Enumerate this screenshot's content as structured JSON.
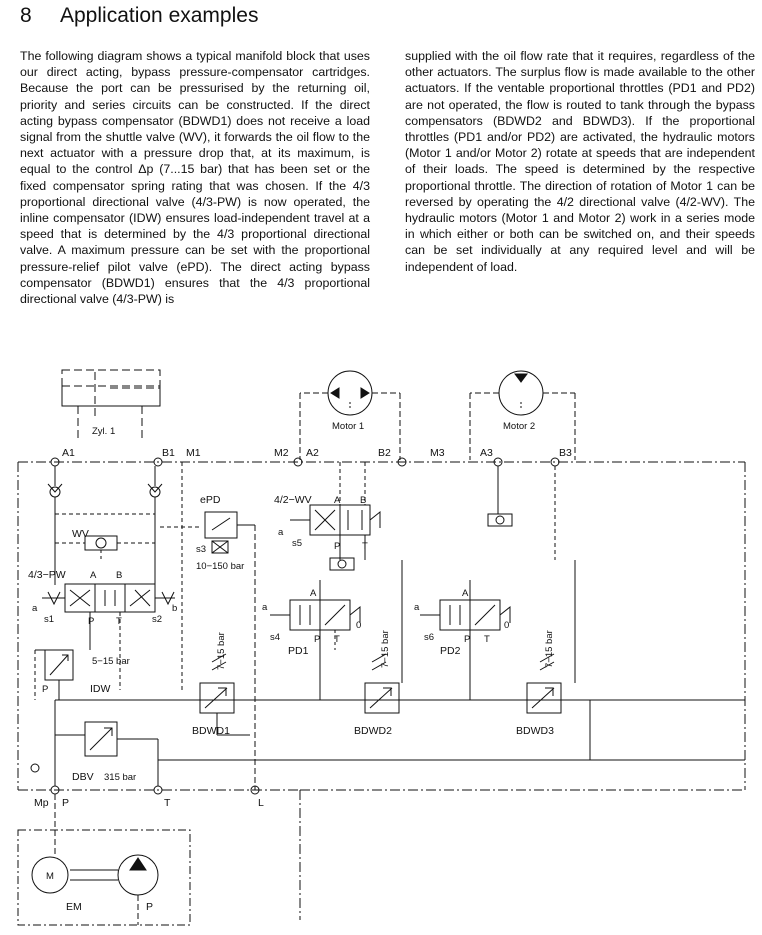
{
  "section": {
    "number": "8",
    "title": "Application examples"
  },
  "text": {
    "left_column": "The following diagram shows a typical manifold block that uses our direct acting, bypass pressure-compensator cartridges. Because the port can be pressurised by the returning oil, priority and series circuits can be constructed. If the direct acting bypass compensator (BDWD1) does not receive a load signal from the shuttle valve (WV), it forwards the oil flow to the next actuator with a pressure drop that, at its maximum, is equal to the control Δp (7...15 bar) that has been set or the fixed compensator spring rating that was chosen. If the 4/3 proportional directional valve (4/3-PW) is now operated, the inline compensator (IDW) ensures load-independent travel at a speed that is determined by the 4/3 proportional directional valve. A maximum pressure can be set with the proportional pressure-relief pilot valve (ePD). The direct acting bypass compensator (BDWD1) ensures that the 4/3 proportional directional valve (4/3-PW) is",
    "right_column": "supplied with the oil flow rate that it requires, regardless of the other actuators. The surplus flow is made available to the other actuators. If the ventable proportional throttles (PD1 and PD2) are not operated, the flow is routed to tank through the bypass compensators (BDWD2 and BDWD3). If the proportional throttles (PD1 and/or PD2) are activated, the hydraulic motors (Motor 1 and/or Motor 2) rotate at speeds that are independent of their loads. The speed is determined by the respective proportional throttle. The direction of rotation of Motor 1 can be reversed by operating the 4/2 directional valve (4/2-WV). The hydraulic motors (Motor 1 and Motor 2) work in a series mode in which either or both can be switched on, and their speeds can be set individually at any required level and will be independent of load."
  },
  "diagram": {
    "labels": {
      "zyl1": "Zyl. 1",
      "a1": "A1",
      "b1": "B1",
      "m1": "M1",
      "m2": "M2",
      "a2": "A2",
      "b2": "B2",
      "m3": "M3",
      "a3": "A3",
      "b3": "B3",
      "motor1": "Motor 1",
      "motor2": "Motor 2",
      "epd": "ePD",
      "s3": "s3",
      "epd_range": "10−150 bar",
      "wv": "WV",
      "pw": "4/3−PW",
      "pw_a": "A",
      "pw_b": "B",
      "pw_port_a": "a",
      "pw_port_b": "b",
      "s1": "s1",
      "s2": "s2",
      "pw_p": "P",
      "pw_t": "T",
      "idw_range": "5−15 bar",
      "idw_p": "P",
      "idw": "IDW",
      "wv42": "4/2−WV",
      "wv42_a": "A",
      "wv42_b": "B",
      "wv42_port_a": "a",
      "s5": "s5",
      "wv42_p": "P",
      "wv42_t": "T",
      "pd1_a": "A",
      "pd1_port_a": "a",
      "pd1_zero": "0",
      "s4": "s4",
      "pd1_p": "P",
      "pd1_t": "T",
      "pd1": "PD1",
      "pd2_a": "A",
      "pd2_port_a": "a",
      "pd2_zero": "0",
      "s6": "s6",
      "pd2_p": "P",
      "pd2_t": "T",
      "pd2": "PD2",
      "bdwd1_range": "7−15 bar",
      "bdwd2_range": "7−15 bar",
      "bdwd3_range": "7−15 bar",
      "bdwd1": "BDWD1",
      "bdwd2": "BDWD2",
      "bdwd3": "BDWD3",
      "dbv": "DBV",
      "dbv_range": "315 bar",
      "mp": "Mp",
      "p": "P",
      "t": "T",
      "l": "L",
      "m": "M",
      "em": "EM",
      "pump_p": "P"
    }
  }
}
